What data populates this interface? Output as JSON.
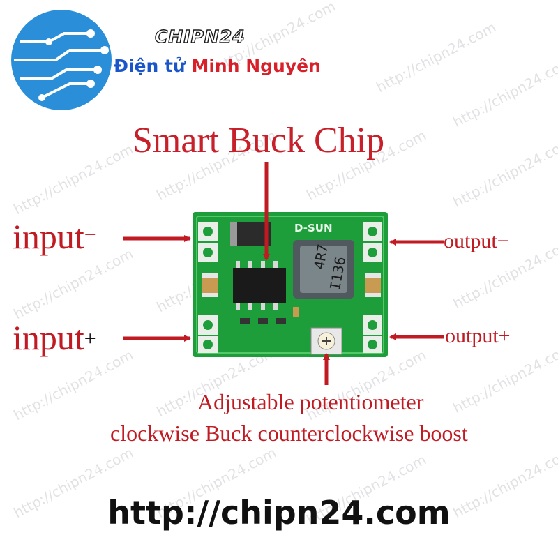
{
  "brand": {
    "name": "CHIPN24",
    "subtitle_part1": "Điện tử",
    "subtitle_part2": "Minh Nguyên"
  },
  "watermark": "http://chipn24.com",
  "heading": "Smart Buck Chip",
  "labels": {
    "input_minus": "input",
    "input_minus_sign": "−",
    "input_plus": "input",
    "input_plus_sign": "+",
    "output_minus": "output−",
    "output_plus": "output+"
  },
  "board": {
    "brand_mark": "D-SUN",
    "inductor_line1": "4R7",
    "inductor_line2": "I136"
  },
  "caption": {
    "line1": "Adjustable potentiometer",
    "line2": "clockwise Buck counterclockwise boost"
  },
  "website": "http://chipn24.com",
  "colors": {
    "label_red": "#c01a22",
    "board_green": "#1e9e3a",
    "logo_blue": "#2a8fd8",
    "brand_blue": "#1a56c9",
    "brand_red": "#d8202a"
  }
}
